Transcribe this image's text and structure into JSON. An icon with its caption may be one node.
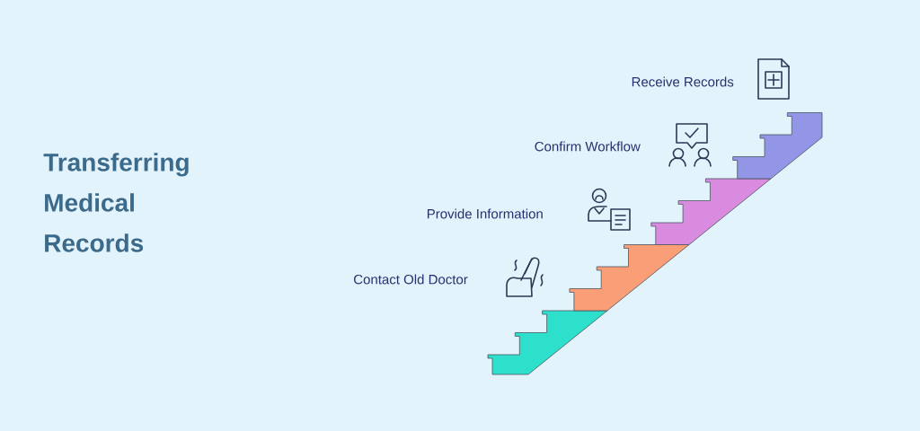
{
  "diagram": {
    "title": "Transferring Medical Records",
    "nodes": [
      {
        "text": [
          "Contact Old Doctor"
        ]
      },
      {
        "text": [
          "Provide Information"
        ]
      },
      {
        "text": [
          "Confirm Workflow"
        ]
      },
      {
        "text": [
          "Receive Records"
        ]
      }
    ]
  }
}
